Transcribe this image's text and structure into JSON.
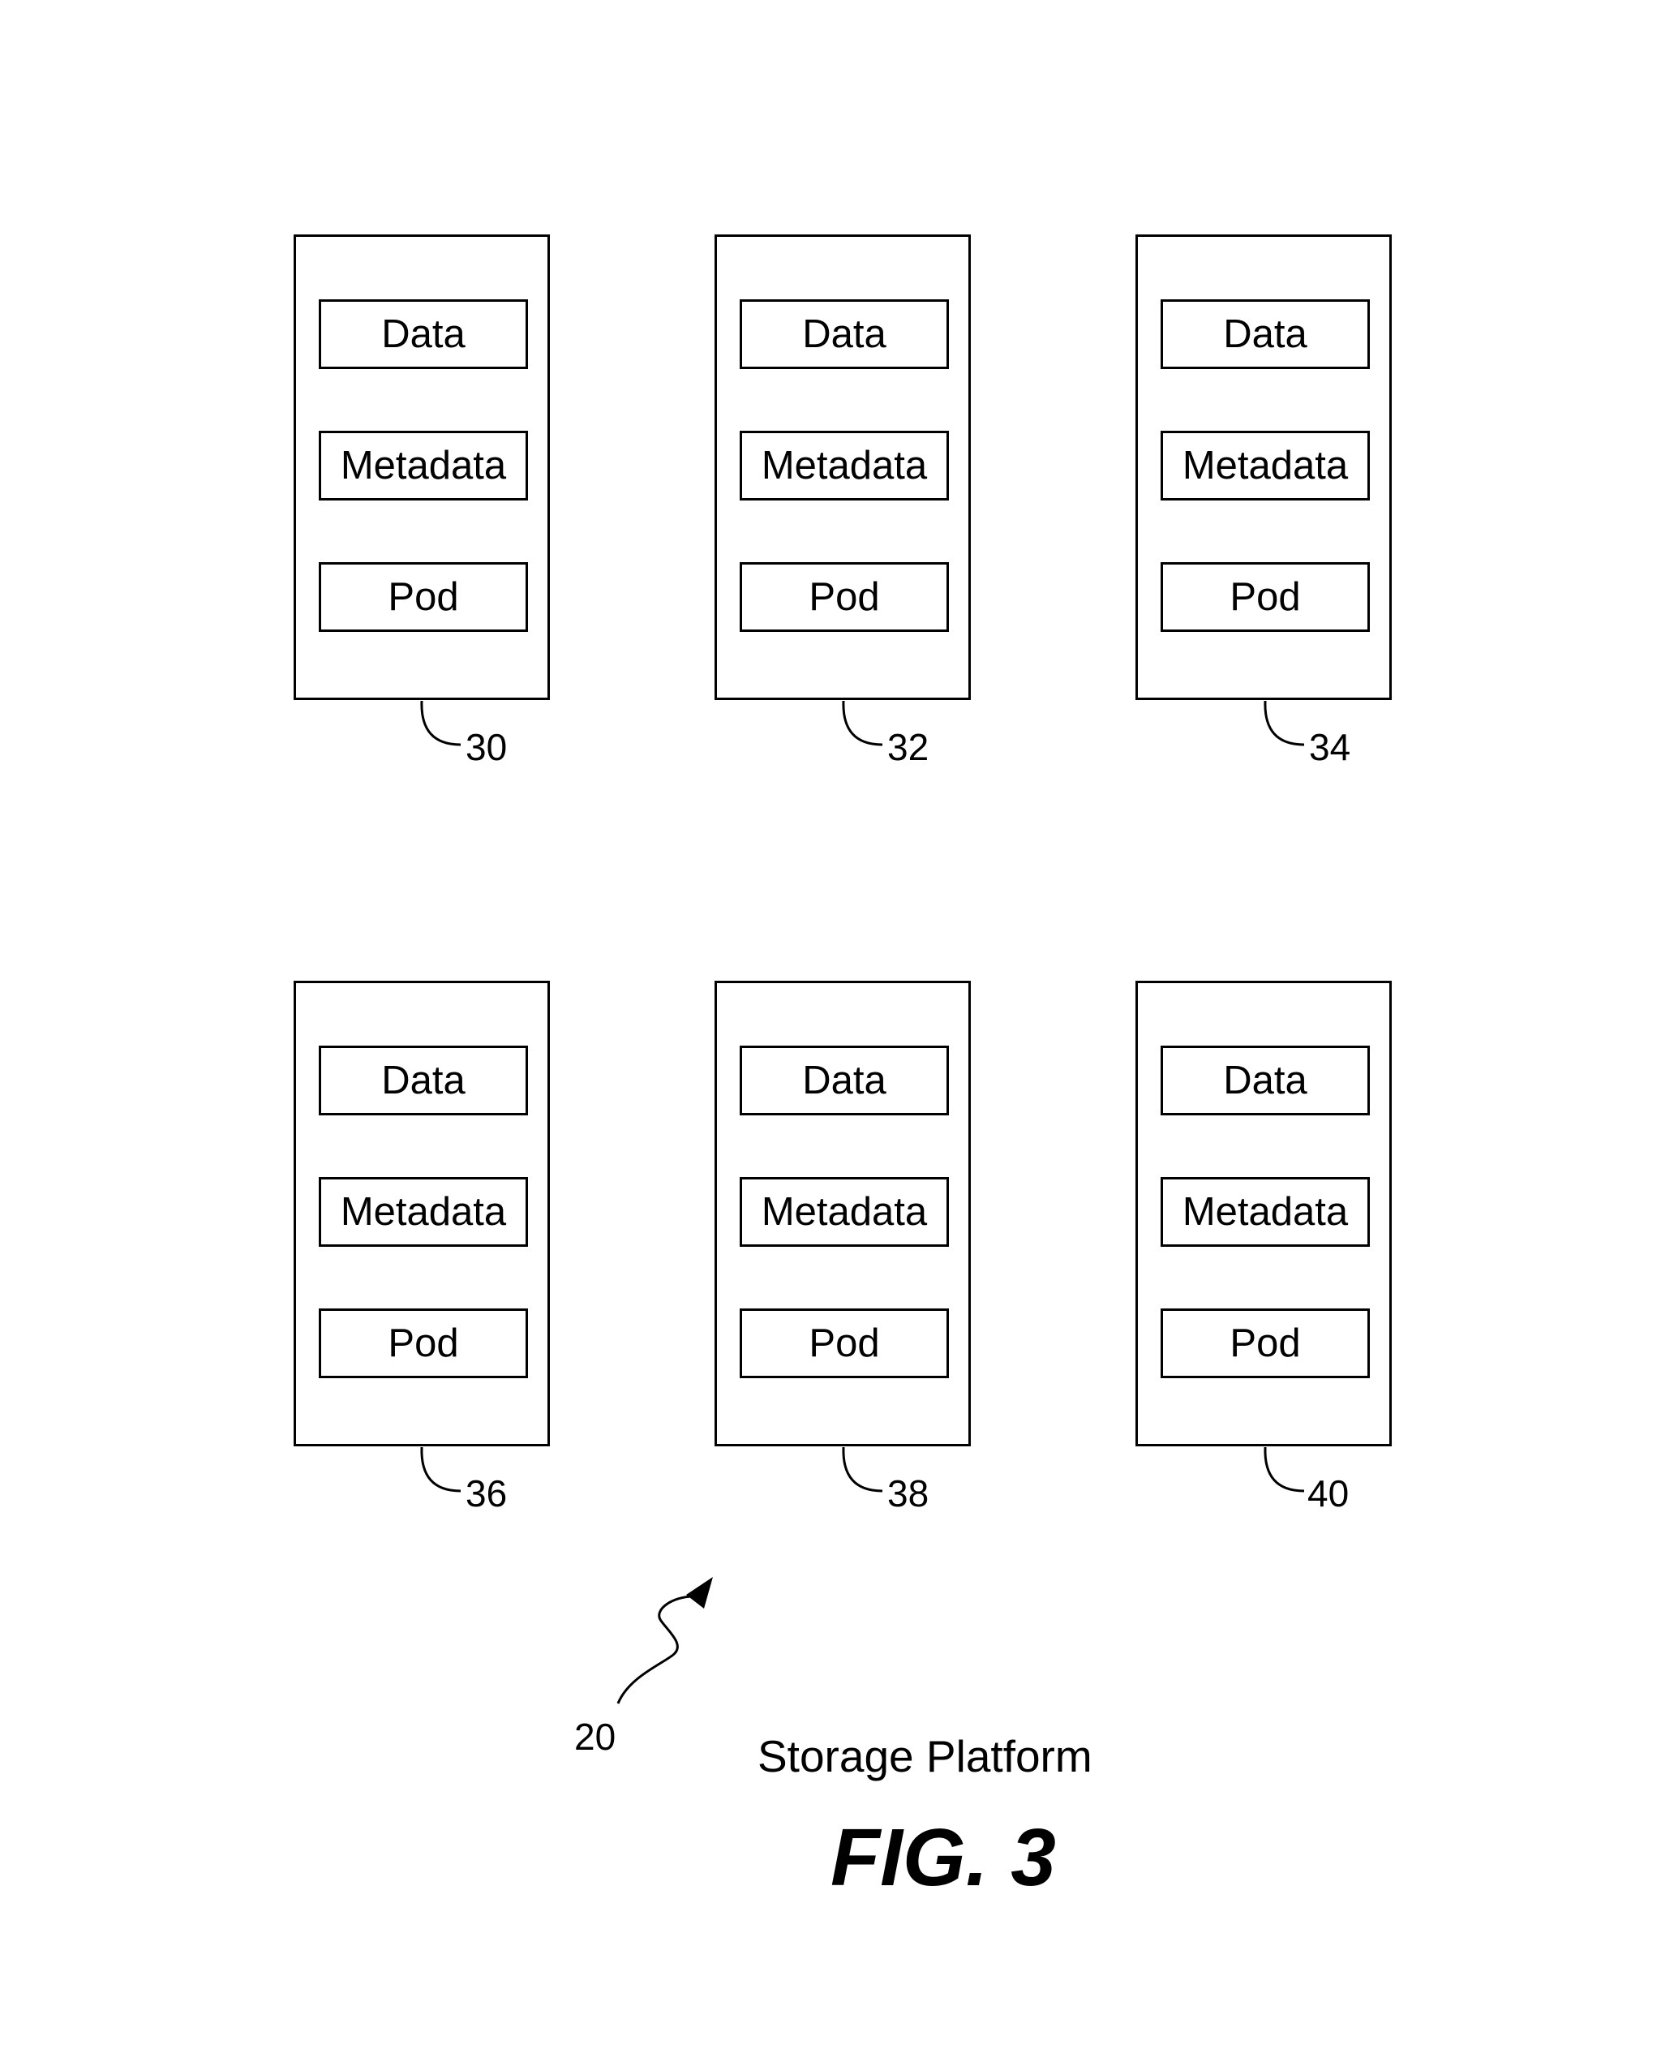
{
  "figure": {
    "title": "FIG. 3",
    "platform_label": "Storage Platform",
    "platform_ref": "20",
    "nodes": [
      {
        "ref": "30",
        "boxes": [
          "Data",
          "Metadata",
          "Pod"
        ]
      },
      {
        "ref": "32",
        "boxes": [
          "Data",
          "Metadata",
          "Pod"
        ]
      },
      {
        "ref": "34",
        "boxes": [
          "Data",
          "Metadata",
          "Pod"
        ]
      },
      {
        "ref": "36",
        "boxes": [
          "Data",
          "Metadata",
          "Pod"
        ]
      },
      {
        "ref": "38",
        "boxes": [
          "Data",
          "Metadata",
          "Pod"
        ]
      },
      {
        "ref": "40",
        "boxes": [
          "Data",
          "Metadata",
          "Pod"
        ]
      }
    ]
  }
}
